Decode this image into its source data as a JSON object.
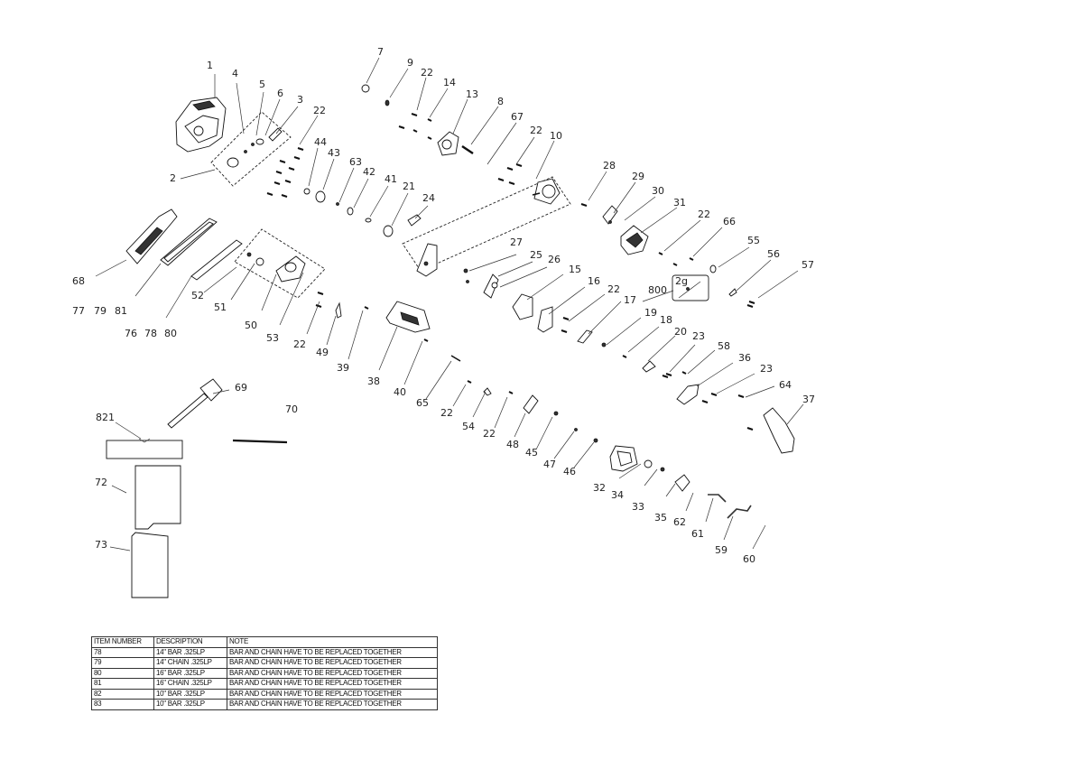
{
  "callouts": [
    "1",
    "2",
    "3",
    "4",
    "5",
    "6",
    "7",
    "8",
    "9",
    "10",
    "13",
    "14",
    "15",
    "16",
    "17",
    "18",
    "19",
    "20",
    "21",
    "22",
    "23",
    "24",
    "25",
    "26",
    "27",
    "28",
    "29",
    "30",
    "31",
    "32",
    "33",
    "34",
    "35",
    "36",
    "37",
    "38",
    "39",
    "40",
    "41",
    "42",
    "43",
    "44",
    "45",
    "46",
    "47",
    "48",
    "49",
    "50",
    "51",
    "52",
    "53",
    "54",
    "55",
    "56",
    "57",
    "58",
    "59",
    "60",
    "61",
    "62",
    "63",
    "64",
    "65",
    "66",
    "67",
    "68",
    "69",
    "70",
    "72",
    "73",
    "76",
    "77",
    "78",
    "79",
    "80",
    "81",
    "800",
    "821",
    "2g"
  ],
  "table": {
    "headers": [
      "ITEM NUMBER",
      "DESCRIPTION",
      "NOTE"
    ],
    "rows": [
      [
        "78",
        "14\" BAR .325LP",
        "BAR AND CHAIN HAVE TO BE REPLACED TOGETHER"
      ],
      [
        "79",
        "14\" CHAIN .325LP",
        "BAR AND CHAIN HAVE TO BE REPLACED TOGETHER"
      ],
      [
        "80",
        "16\" BAR .325LP",
        "BAR AND CHAIN HAVE TO BE REPLACED TOGETHER"
      ],
      [
        "81",
        "16\" CHAIN .325LP",
        "BAR AND CHAIN HAVE TO BE REPLACED TOGETHER"
      ],
      [
        "82",
        "10\" BAR .325LP",
        "BAR AND CHAIN HAVE TO BE REPLACED TOGETHER"
      ],
      [
        "83",
        "10\" BAR .325LP",
        "BAR AND CHAIN HAVE TO BE REPLACED TOGETHER"
      ]
    ]
  }
}
